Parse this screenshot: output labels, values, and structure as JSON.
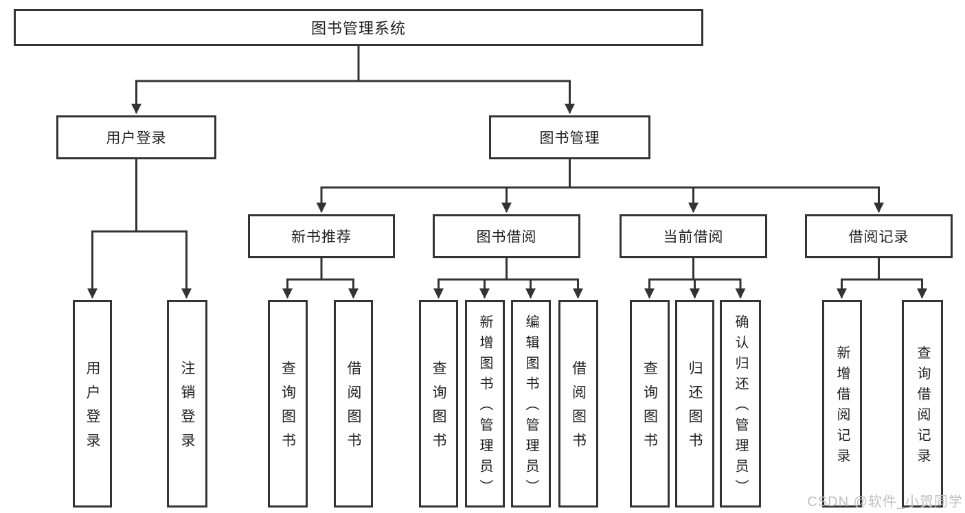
{
  "colors": {
    "background": "#ffffff",
    "line": "#333333",
    "box_border": "#333333",
    "text": "#222222",
    "watermark": "#c0c0c0"
  },
  "tree": {
    "root": {
      "label": "图书管理系统"
    },
    "branches": [
      {
        "label": "用户登录",
        "children": [
          {
            "label": "用户登录"
          },
          {
            "label": "注销登录"
          }
        ]
      },
      {
        "label": "图书管理",
        "groups": [
          {
            "label": "新书推荐",
            "children": [
              {
                "label": "查询图书"
              },
              {
                "label": "借阅图书"
              }
            ]
          },
          {
            "label": "图书借阅",
            "children": [
              {
                "label": "查询图书"
              },
              {
                "label": "新增图书（管理员）"
              },
              {
                "label": "编辑图书（管理员）"
              },
              {
                "label": "借阅图书"
              }
            ]
          },
          {
            "label": "当前借阅",
            "children": [
              {
                "label": "查询图书"
              },
              {
                "label": "归还图书"
              },
              {
                "label": "确认归还（管理员）"
              }
            ]
          },
          {
            "label": "借阅记录",
            "children": [
              {
                "label": "新增借阅记录"
              },
              {
                "label": "查询借阅记录"
              }
            ]
          }
        ]
      }
    ]
  },
  "watermark": {
    "text": "CSDN @软件_小贺同学"
  }
}
